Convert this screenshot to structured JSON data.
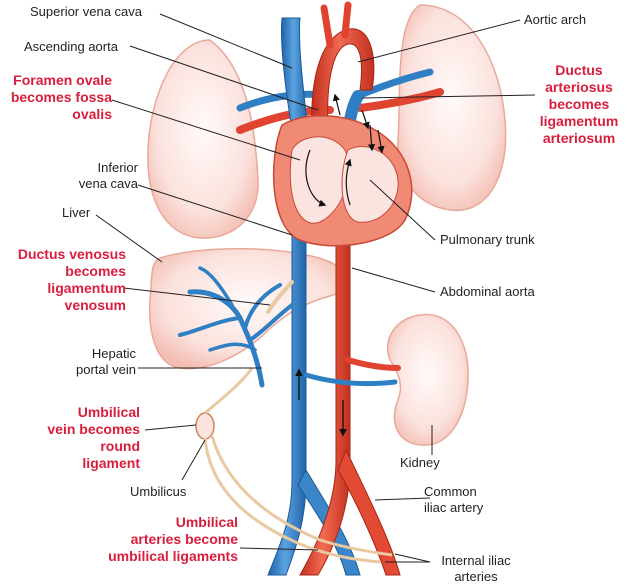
{
  "labels": {
    "superior_vena_cava": "Superior vena cava",
    "aortic_arch": "Aortic arch",
    "ascending_aorta": "Ascending aorta",
    "foramen_ovale": [
      "Foramen ovale",
      "becomes fossa",
      "ovalis"
    ],
    "ductus_arteriosus": [
      "Ductus",
      "arteriosus",
      "becomes",
      "ligamentum",
      "arteriosum"
    ],
    "inferior_vena_cava": [
      "Inferior",
      "vena cava"
    ],
    "liver": "Liver",
    "pulmonary_trunk": "Pulmonary trunk",
    "ductus_venosus": [
      "Ductus venosus",
      "becomes",
      "ligamentum",
      "venosum"
    ],
    "abdominal_aorta": "Abdominal aorta",
    "hepatic_portal_vein": [
      "Hepatic",
      "portal vein"
    ],
    "umbilical_vein": [
      "Umbilical",
      "vein becomes",
      "round",
      "ligament"
    ],
    "kidney": "Kidney",
    "umbilicus": "Umbilicus",
    "common_iliac_artery": [
      "Common",
      "iliac artery"
    ],
    "umbilical_arteries": [
      "Umbilical",
      "arteries become",
      "umbilical ligaments"
    ],
    "internal_iliac_arteries": [
      "Internal iliac",
      "arteries"
    ]
  },
  "colors": {
    "vein": "#2f7fc4",
    "artery": "#e0432f",
    "organ_fill": "#fbe3df",
    "organ_edge": "#e9a99a",
    "ligament": "#e8c9a0",
    "highlight_text": "#d81e3c"
  }
}
